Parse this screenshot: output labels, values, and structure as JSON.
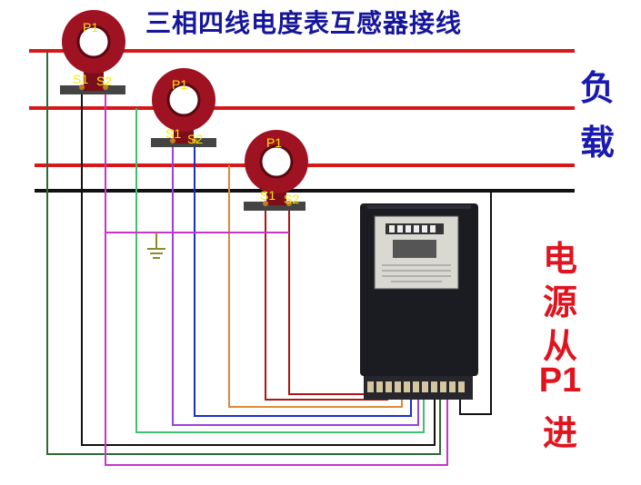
{
  "title": "三相四线电度表互感器接线",
  "load_label": [
    "负",
    "载"
  ],
  "power_label": [
    "电",
    "源",
    "从",
    "P1",
    "进"
  ],
  "ct": [
    {
      "p": "P1",
      "s1": "S1",
      "s2": "S2"
    },
    {
      "p": "P1",
      "s1": "S1",
      "s2": "S2"
    },
    {
      "p": "P1",
      "s1": "S1",
      "s2": "S2"
    }
  ],
  "colors": {
    "phase_line": "#d81818",
    "neutral_line": "#111111",
    "ct_ring": "#9e1222",
    "label_yellow": "#ffe600",
    "title_blue": "#16169c",
    "meter_body": "#1b1b22"
  }
}
